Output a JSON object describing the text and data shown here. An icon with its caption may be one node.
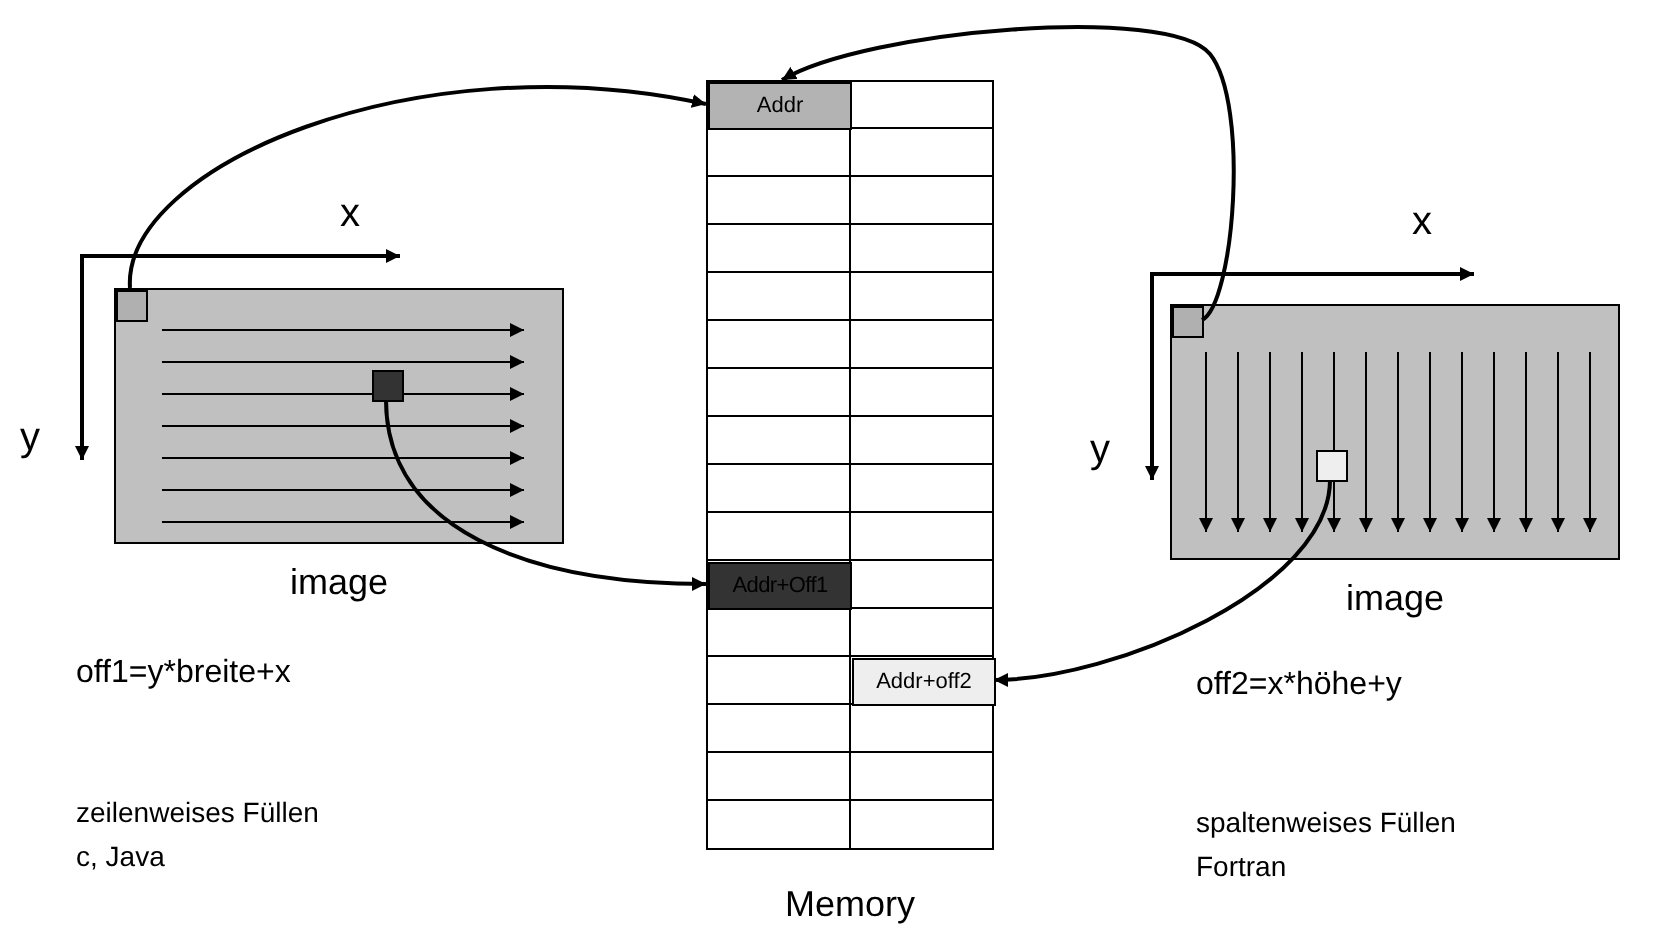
{
  "diagram": {
    "nodes": [
      {
        "text": [
          "image"
        ]
      },
      {
        "text": [],
        "shape": "box",
        "in": 0
      },
      {
        "text": [],
        "shape": "box",
        "in": 0
      },
      {
        "text": [
          "Memory"
        ]
      },
      {
        "text": [
          "Addr"
        ],
        "in": 3
      },
      {
        "text": [
          "Addr+Off1"
        ],
        "in": 3
      },
      {
        "text": [
          "Addr+off2"
        ],
        "in": 3
      },
      {
        "text": [
          "image"
        ]
      },
      {
        "text": [],
        "shape": "box",
        "in": 7
      },
      {
        "text": [],
        "shape": "box",
        "in": 7
      }
    ],
    "edges": [
      {
        "from": 1,
        "to": 4,
        "arrow": "to"
      },
      {
        "from": 2,
        "to": 5,
        "arrow": "to"
      },
      {
        "from": 8,
        "to": 4,
        "arrow": "to"
      },
      {
        "from": 9,
        "to": 6,
        "arrow": "to"
      }
    ],
    "labels": [
      "x",
      "y",
      "off1=y*breite+x",
      "zeilenweises Füllen",
      "c, Java",
      "x",
      "y",
      "off2=x*höhe+y",
      "spaltenweises Füllen",
      "Fortran"
    ]
  }
}
